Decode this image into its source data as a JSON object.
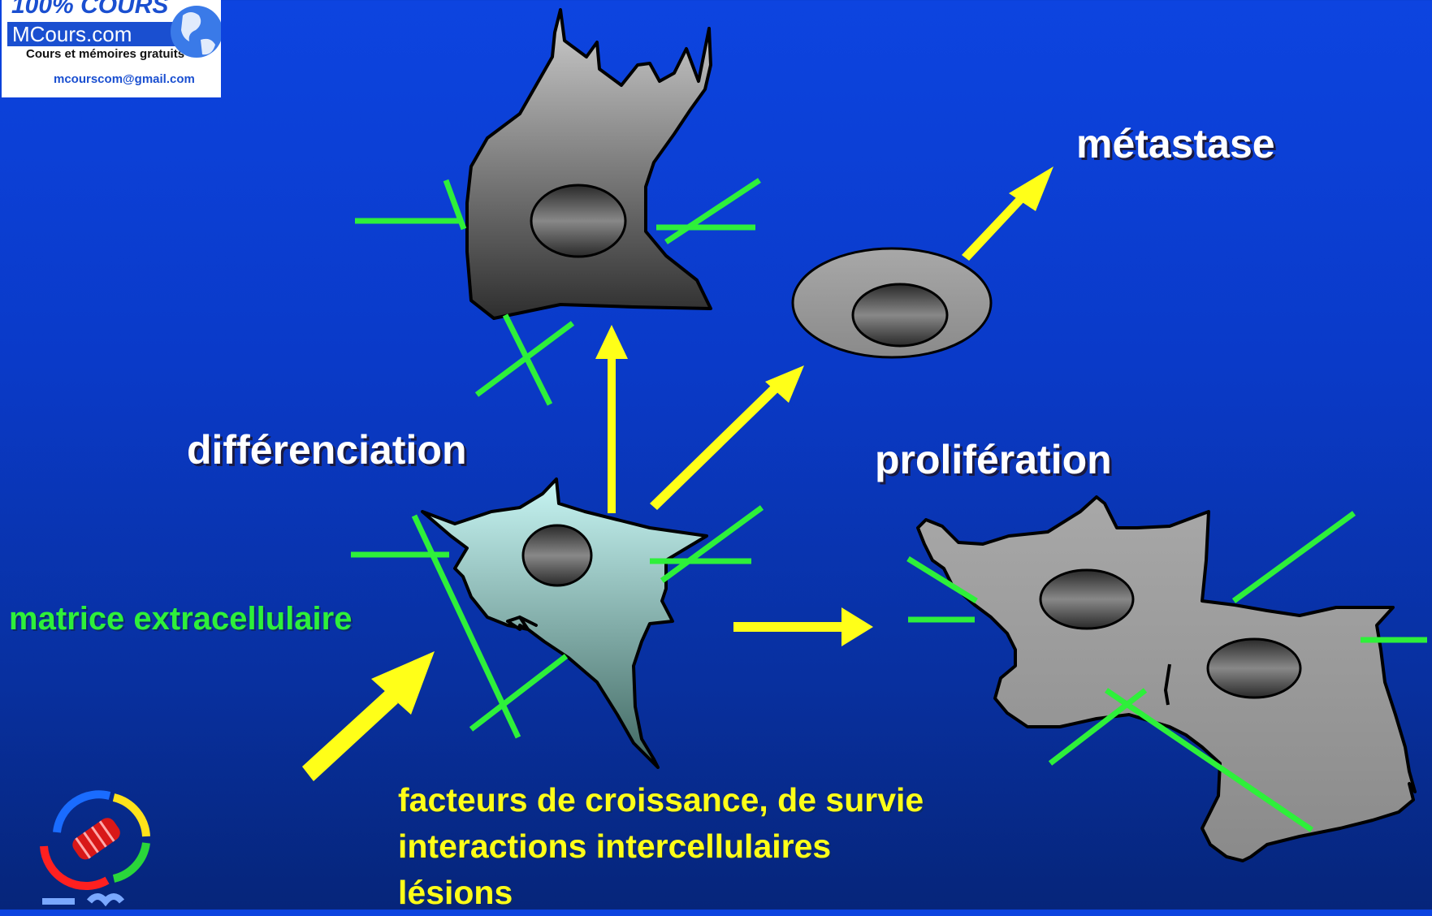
{
  "logo": {
    "top_text": "100% COURS",
    "site": "MCours.com",
    "subtitle": "Cours et mémoires gratuits",
    "email": "mcourscom@gmail.com"
  },
  "labels": {
    "differenciation": "différenciation",
    "proliferation": "prolifération",
    "metastase": "métastase",
    "matrice": "matrice extracellulaire",
    "factors": [
      "facteurs de croissance, de survie",
      "interactions intercellulaires",
      "lésions"
    ]
  },
  "colors": {
    "background_top": "#0d44e0",
    "background_bottom": "#06257a",
    "arrow": "#ffff18",
    "matrix_line": "#2ef03a",
    "label_text": "#ffffff"
  },
  "icons": [
    "globe-icon",
    "dna-badge-icon",
    "cell-icon",
    "arrow-icon"
  ]
}
